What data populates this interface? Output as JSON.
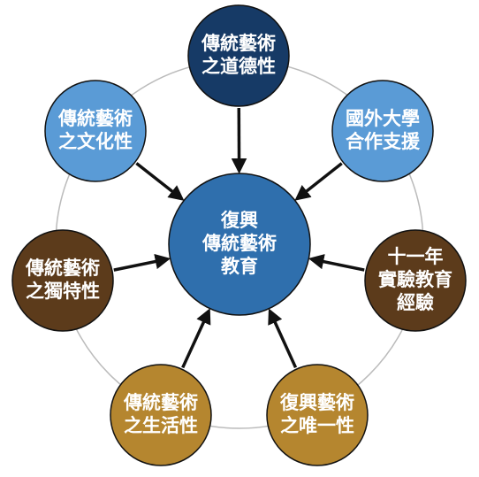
{
  "center": {
    "lines": [
      "復興",
      "傳統藝術",
      "教育"
    ],
    "color": "#2f6fad"
  },
  "nodes": [
    {
      "id": "moral",
      "lines": [
        "傳統藝術",
        "之道德性"
      ],
      "color": "#163a66"
    },
    {
      "id": "intl",
      "lines": [
        "國外大學",
        "合作支援"
      ],
      "color": "#5a9bd6"
    },
    {
      "id": "experience",
      "lines": [
        "十一年",
        "實驗教育",
        "經驗"
      ],
      "color": "#5c3b1b"
    },
    {
      "id": "unique",
      "lines": [
        "復興藝術",
        "之唯一性"
      ],
      "color": "#b5862f"
    },
    {
      "id": "life",
      "lines": [
        "傳統藝術",
        "之生活性"
      ],
      "color": "#b5862f"
    },
    {
      "id": "distinct",
      "lines": [
        "傳統藝術",
        "之獨特性"
      ],
      "color": "#5c3b1b"
    },
    {
      "id": "culture",
      "lines": [
        "傳統藝術",
        "之文化性"
      ],
      "color": "#5a9bd6"
    }
  ],
  "ring_color": "#bbbbbb",
  "arrow_color": "#111111"
}
